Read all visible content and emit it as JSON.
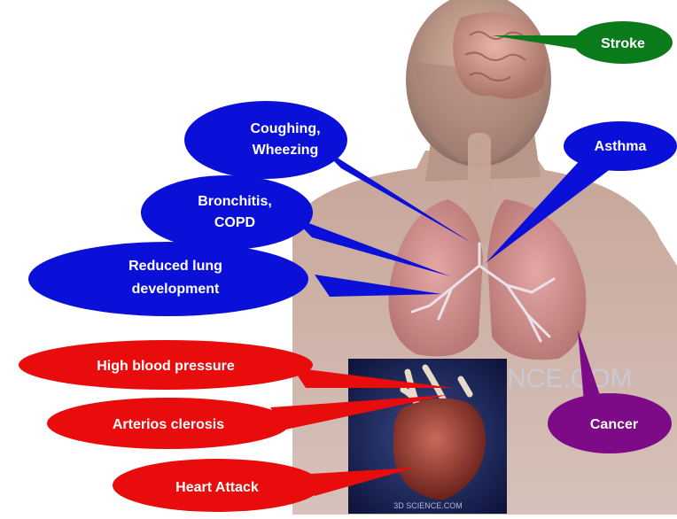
{
  "labels": {
    "stroke": "Stroke",
    "asthma": "Asthma",
    "coughing_line1": "Coughing,",
    "coughing_line2": "Wheezing",
    "bronchitis_line1": "Bronchitis,",
    "bronchitis_line2": "COPD",
    "lung_dev_line1": "Reduced lung",
    "lung_dev_line2": "development",
    "high_bp": "High blood pressure",
    "arterio": "Arterios clerosis",
    "heart_attack": "Heart Attack",
    "cancer": "Cancer"
  },
  "watermarks": {
    "body_partial": "NCE.COM",
    "heart_inset": "3D SCIENCE.COM"
  },
  "colors": {
    "green_bubble": "#0b7a1a",
    "blue_bubble": "#0b10d8",
    "red_bubble": "#e80c0c",
    "purple_bubble": "#7d0a86",
    "label_text": "#ffffff"
  }
}
